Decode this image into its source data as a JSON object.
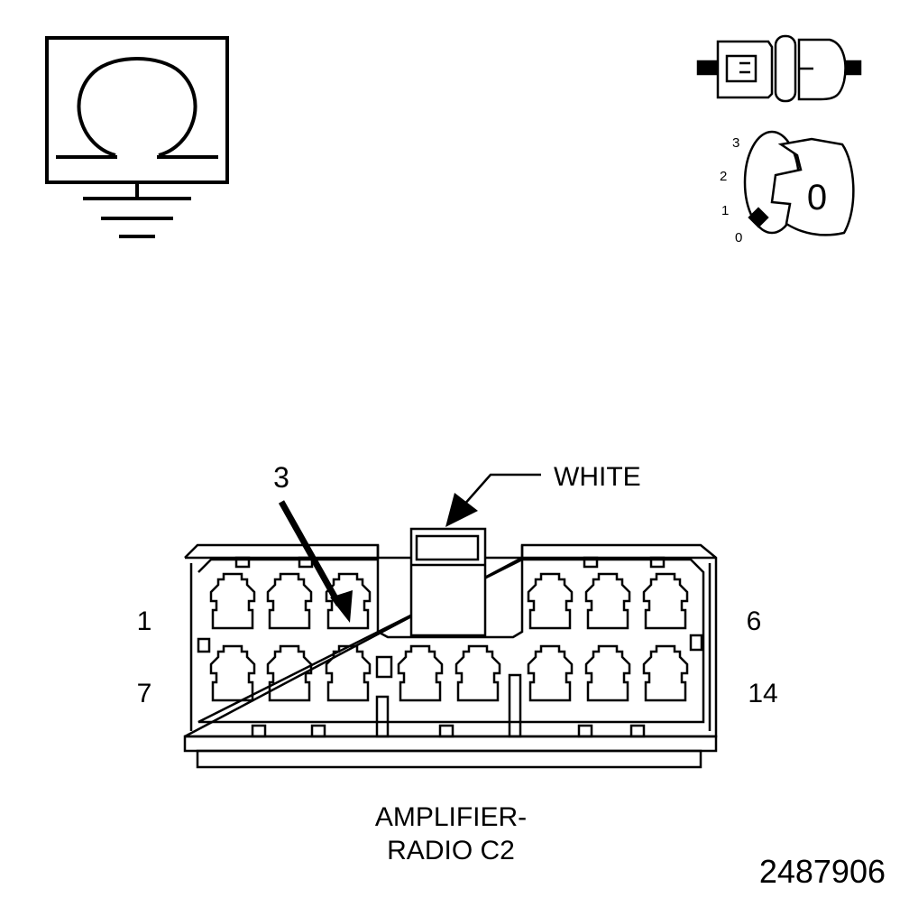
{
  "ohmmeter": {
    "symbol": "Ω"
  },
  "ignition": {
    "key_label": "0",
    "positions": [
      "3",
      "2",
      "1",
      "0"
    ]
  },
  "connector": {
    "callout_pin": "3",
    "color_label": "WHITE",
    "pin_first_top": "1",
    "pin_last_top": "6",
    "pin_first_bottom": "7",
    "pin_last_bottom": "14",
    "name_line1": "AMPLIFIER-",
    "name_line2": "RADIO C2",
    "top_row_cavities": 6,
    "bottom_row_cavities": 8
  },
  "figure_number": "2487906"
}
